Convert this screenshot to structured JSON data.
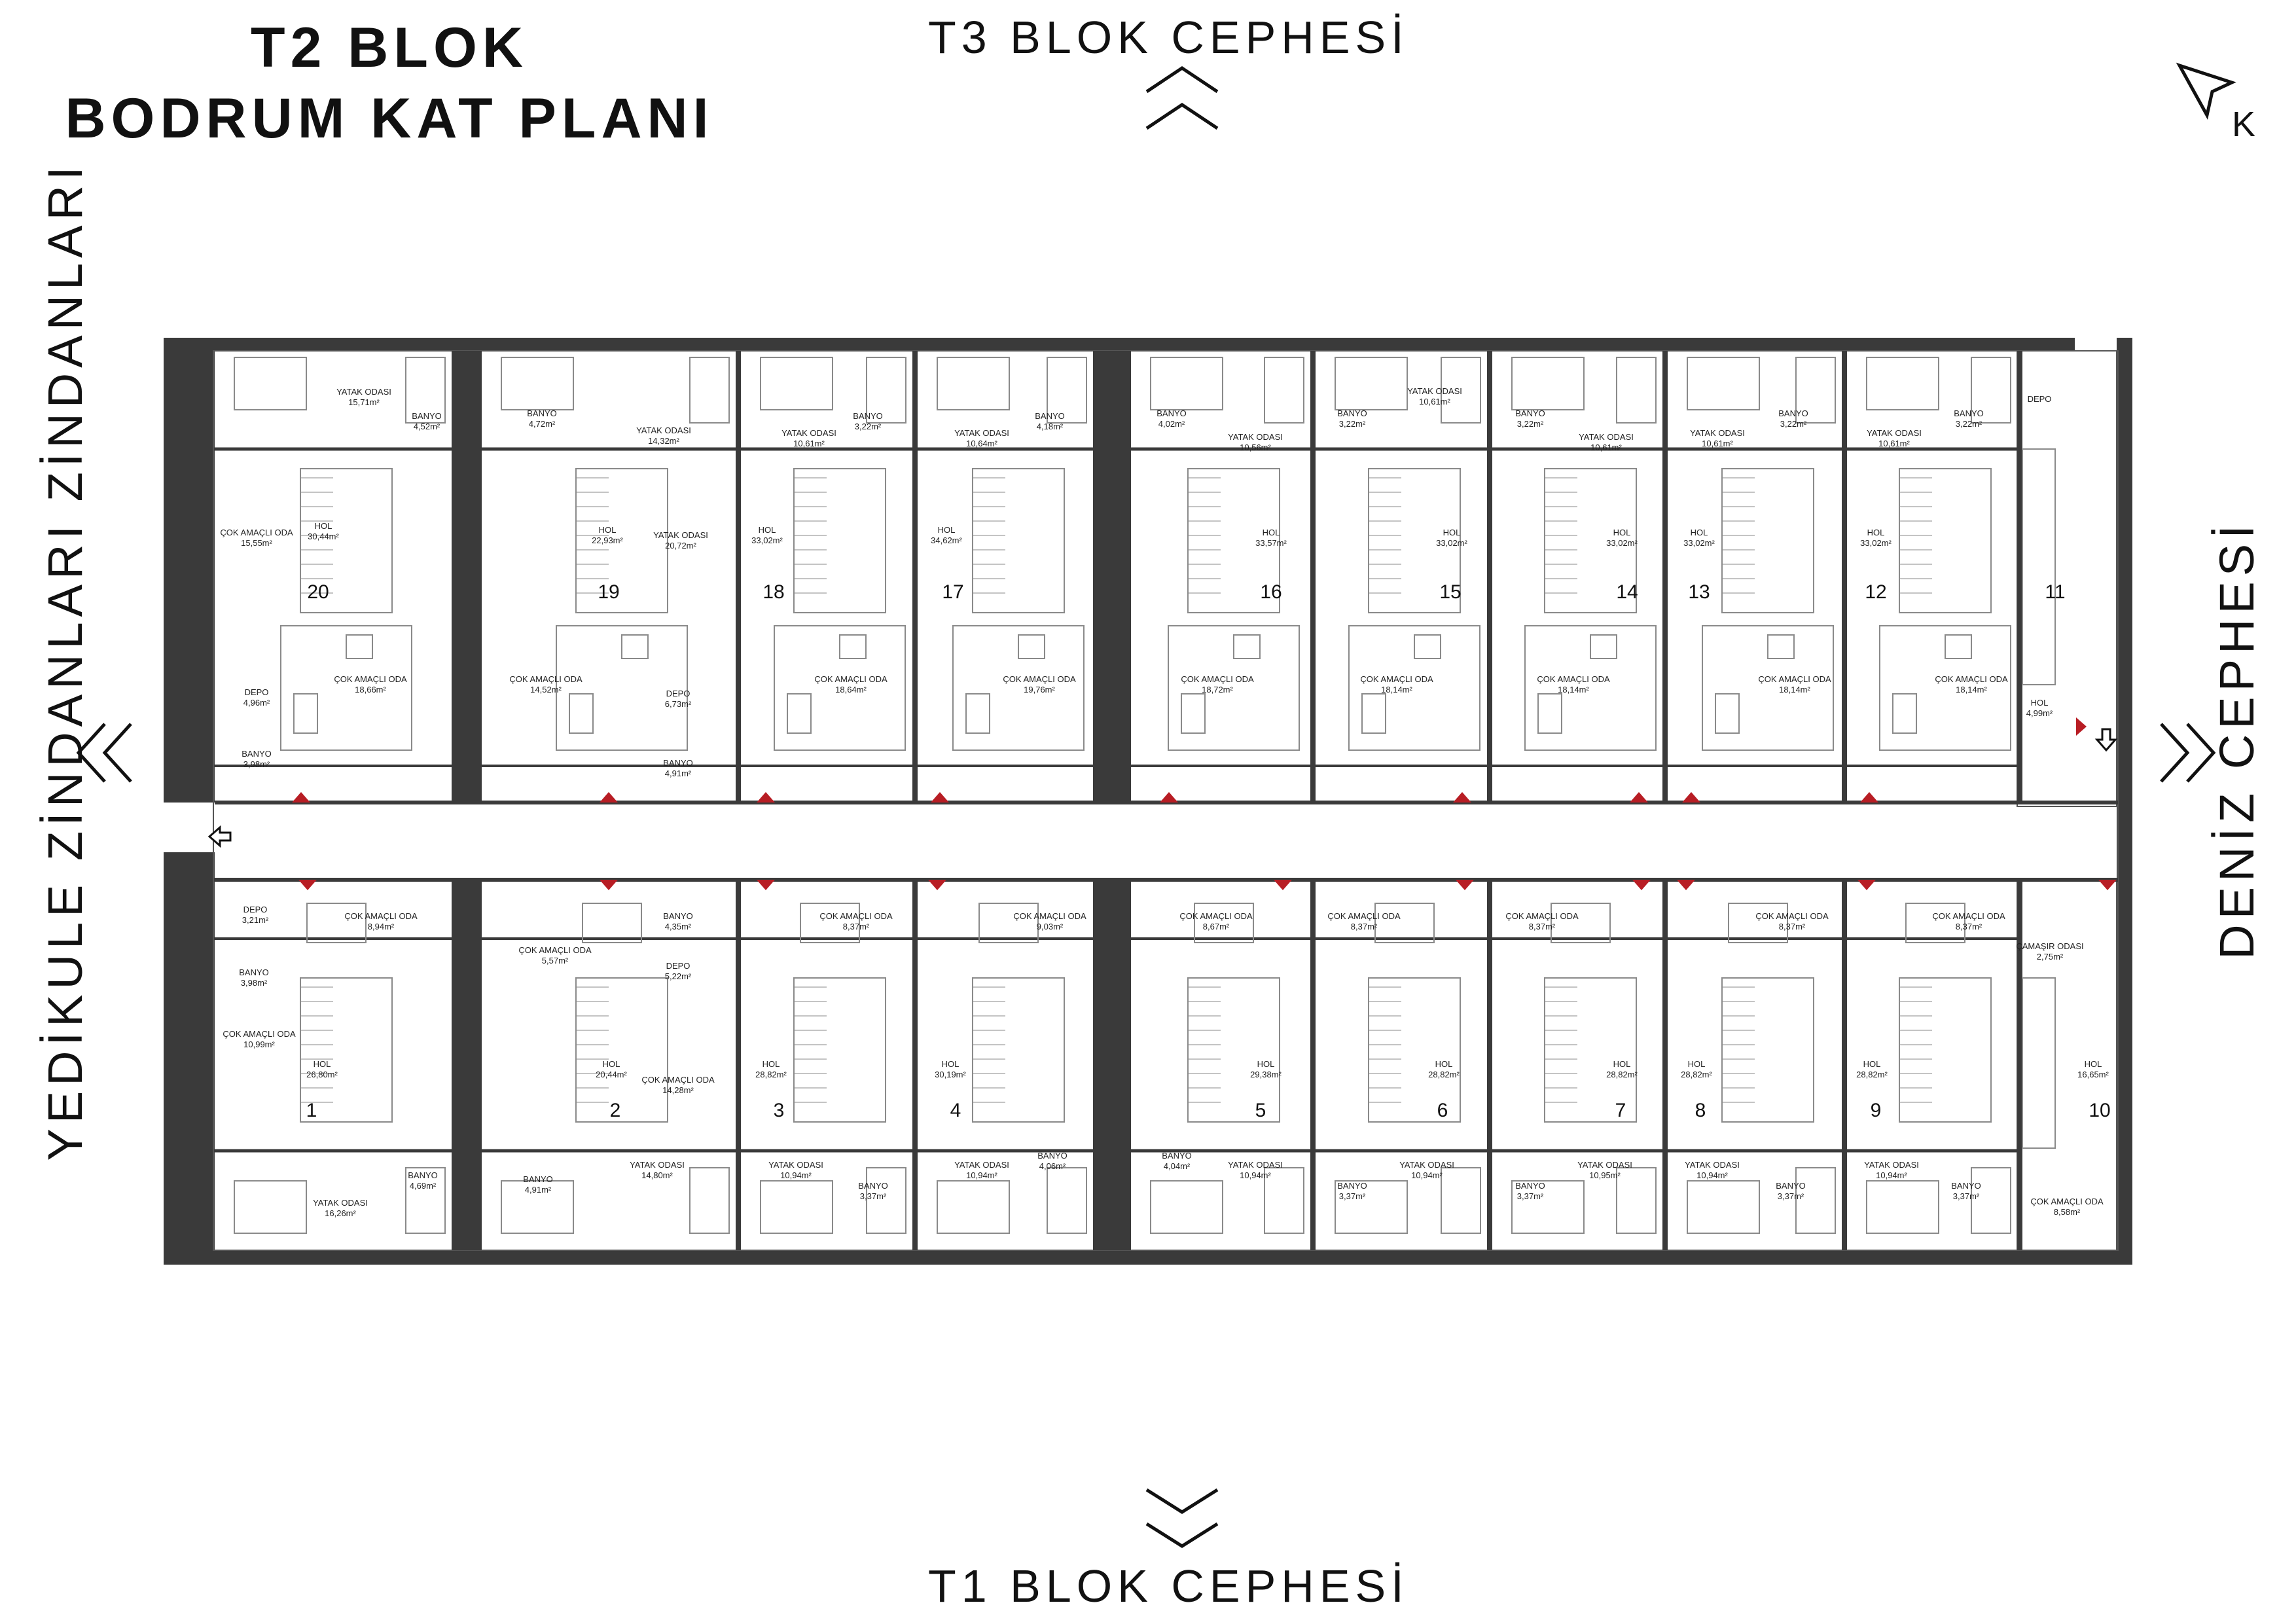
{
  "title_line1": "T2 BLOK",
  "title_line2": "BODRUM KAT PLANI",
  "facade_top": "T3 BLOK CEPHESİ",
  "facade_bottom": "T1 BLOK CEPHESİ",
  "facade_left": "YEDİKULE ZİNDANLARI ZİNDANLARI",
  "facade_right": "DENİZ CEPHESİ",
  "north_label": "K",
  "colors": {
    "wall": "#3a3a3a",
    "door_marker": "#b81d24",
    "line": "#8a8a8a"
  },
  "top_units": [
    {
      "no": "20",
      "rooms": [
        {
          "name": "YATAK ODASI",
          "area": "15,71m²"
        },
        {
          "name": "BANYO",
          "area": "4,52m²"
        },
        {
          "name": "ÇOK AMAÇLI ODA",
          "area": "15,55m²"
        },
        {
          "name": "HOL",
          "area": "30,44m²"
        },
        {
          "name": "DEPO",
          "area": "4,96m²"
        },
        {
          "name": "BANYO",
          "area": "3,98m²"
        },
        {
          "name": "ÇOK AMAÇLI ODA",
          "area": "18,66m²"
        }
      ]
    },
    {
      "no": "19",
      "rooms": [
        {
          "name": "BANYO",
          "area": "4,72m²"
        },
        {
          "name": "YATAK ODASI",
          "area": "14,32m²"
        },
        {
          "name": "HOL",
          "area": "22,93m²"
        },
        {
          "name": "YATAK ODASI",
          "area": "20,72m²"
        },
        {
          "name": "ÇOK AMAÇLI ODA",
          "area": "14,52m²"
        },
        {
          "name": "DEPO",
          "area": "6,73m²"
        },
        {
          "name": "BANYO",
          "area": "4,91m²"
        }
      ]
    },
    {
      "no": "18",
      "rooms": [
        {
          "name": "YATAK ODASI",
          "area": "10,61m²"
        },
        {
          "name": "BANYO",
          "area": "3,22m²"
        },
        {
          "name": "HOL",
          "area": "33,02m²"
        },
        {
          "name": "ÇOK AMAÇLI ODA",
          "area": "18,64m²"
        }
      ]
    },
    {
      "no": "17",
      "rooms": [
        {
          "name": "YATAK ODASI",
          "area": "10,64m²"
        },
        {
          "name": "BANYO",
          "area": "4,18m²"
        },
        {
          "name": "HOL",
          "area": "34,62m²"
        },
        {
          "name": "ÇOK AMAÇLI ODA",
          "area": "19,76m²"
        }
      ]
    },
    {
      "no": "16",
      "rooms": [
        {
          "name": "BANYO",
          "area": "4,02m²"
        },
        {
          "name": "YATAK ODASI",
          "area": "10,56m²"
        },
        {
          "name": "HOL",
          "area": "33,57m²"
        },
        {
          "name": "ÇOK AMAÇLI ODA",
          "area": "18,72m²"
        }
      ]
    },
    {
      "no": "15",
      "rooms": [
        {
          "name": "BANYO",
          "area": "3,22m²"
        },
        {
          "name": "YATAK ODASI",
          "area": "10,61m²"
        },
        {
          "name": "HOL",
          "area": "33,02m²"
        },
        {
          "name": "ÇOK AMAÇLI ODA",
          "area": "18,14m²"
        }
      ]
    },
    {
      "no": "14",
      "rooms": [
        {
          "name": "BANYO",
          "area": "3,22m²"
        },
        {
          "name": "YATAK ODASI",
          "area": "10,61m²"
        },
        {
          "name": "HOL",
          "area": "33,02m²"
        },
        {
          "name": "ÇOK AMAÇLI ODA",
          "area": "18,14m²"
        }
      ]
    },
    {
      "no": "13",
      "rooms": [
        {
          "name": "YATAK ODASI",
          "area": "10,61m²"
        },
        {
          "name": "BANYO",
          "area": "3,22m²"
        },
        {
          "name": "HOL",
          "area": "33,02m²"
        },
        {
          "name": "ÇOK AMAÇLI ODA",
          "area": "18,14m²"
        }
      ]
    },
    {
      "no": "12",
      "rooms": [
        {
          "name": "YATAK ODASI",
          "area": "10,61m²"
        },
        {
          "name": "BANYO",
          "area": "3,22m²"
        },
        {
          "name": "HOL",
          "area": "33,02m²"
        },
        {
          "name": "ÇOK AMAÇLI ODA",
          "area": "18,14m²"
        }
      ]
    },
    {
      "no": "11",
      "rooms": [
        {
          "name": "DEPO",
          "area": ""
        },
        {
          "name": "HOL",
          "area": "4,99m²"
        }
      ]
    }
  ],
  "bottom_units": [
    {
      "no": "1",
      "rooms": [
        {
          "name": "DEPO",
          "area": "3,21m²"
        },
        {
          "name": "ÇOK AMAÇLI ODA",
          "area": "8,94m²"
        },
        {
          "name": "BANYO",
          "area": "3,98m²"
        },
        {
          "name": "ÇOK AMAÇLI ODA",
          "area": "10,99m²"
        },
        {
          "name": "HOL",
          "area": "26,80m²"
        },
        {
          "name": "BANYO",
          "area": "4,69m²"
        },
        {
          "name": "YATAK ODASI",
          "area": "16,26m²"
        }
      ]
    },
    {
      "no": "2",
      "rooms": [
        {
          "name": "ÇOK AMAÇLI ODA",
          "area": "5,57m²"
        },
        {
          "name": "BANYO",
          "area": "4,35m²"
        },
        {
          "name": "DEPO",
          "area": "5,22m²"
        },
        {
          "name": "HOL",
          "area": "20,44m²"
        },
        {
          "name": "ÇOK AMAÇLI ODA",
          "area": "14,28m²"
        },
        {
          "name": "BANYO",
          "area": "4,91m²"
        },
        {
          "name": "YATAK ODASI",
          "area": "14,80m²"
        }
      ]
    },
    {
      "no": "3",
      "rooms": [
        {
          "name": "ÇOK AMAÇLI ODA",
          "area": "8,37m²"
        },
        {
          "name": "HOL",
          "area": "28,82m²"
        },
        {
          "name": "YATAK ODASI",
          "area": "10,94m²"
        },
        {
          "name": "BANYO",
          "area": "3,37m²"
        }
      ]
    },
    {
      "no": "4",
      "rooms": [
        {
          "name": "ÇOK AMAÇLI ODA",
          "area": "9,03m²"
        },
        {
          "name": "HOL",
          "area": "30,19m²"
        },
        {
          "name": "YATAK ODASI",
          "area": "10,94m²"
        },
        {
          "name": "BANYO",
          "area": "4,06m²"
        }
      ]
    },
    {
      "no": "5",
      "rooms": [
        {
          "name": "ÇOK AMAÇLI ODA",
          "area": "8,67m²"
        },
        {
          "name": "HOL",
          "area": "29,38m²"
        },
        {
          "name": "BANYO",
          "area": "4,04m²"
        },
        {
          "name": "YATAK ODASI",
          "area": "10,94m²"
        }
      ]
    },
    {
      "no": "6",
      "rooms": [
        {
          "name": "ÇOK AMAÇLI ODA",
          "area": "8,37m²"
        },
        {
          "name": "HOL",
          "area": "28,82m²"
        },
        {
          "name": "BANYO",
          "area": "3,37m²"
        },
        {
          "name": "YATAK ODASI",
          "area": "10,94m²"
        }
      ]
    },
    {
      "no": "7",
      "rooms": [
        {
          "name": "ÇOK AMAÇLI ODA",
          "area": "8,37m²"
        },
        {
          "name": "HOL",
          "area": "28,82m²"
        },
        {
          "name": "BANYO",
          "area": "3,37m²"
        },
        {
          "name": "YATAK ODASI",
          "area": "10,95m²"
        }
      ]
    },
    {
      "no": "8",
      "rooms": [
        {
          "name": "ÇOK AMAÇLI ODA",
          "area": "8,37m²"
        },
        {
          "name": "HOL",
          "area": "28,82m²"
        },
        {
          "name": "YATAK ODASI",
          "area": "10,94m²"
        },
        {
          "name": "BANYO",
          "area": "3,37m²"
        }
      ]
    },
    {
      "no": "9",
      "rooms": [
        {
          "name": "ÇOK AMAÇLI ODA",
          "area": "8,37m²"
        },
        {
          "name": "HOL",
          "area": "28,82m²"
        },
        {
          "name": "YATAK ODASI",
          "area": "10,94m²"
        },
        {
          "name": "BANYO",
          "area": "3,37m²"
        }
      ]
    },
    {
      "no": "10",
      "rooms": [
        {
          "name": "ÇAMAŞIR ODASI",
          "area": "2,75m²"
        },
        {
          "name": "HOL",
          "area": "16,65m²"
        },
        {
          "name": "ÇOK AMAÇLI ODA",
          "area": "8,58m²"
        }
      ]
    }
  ]
}
